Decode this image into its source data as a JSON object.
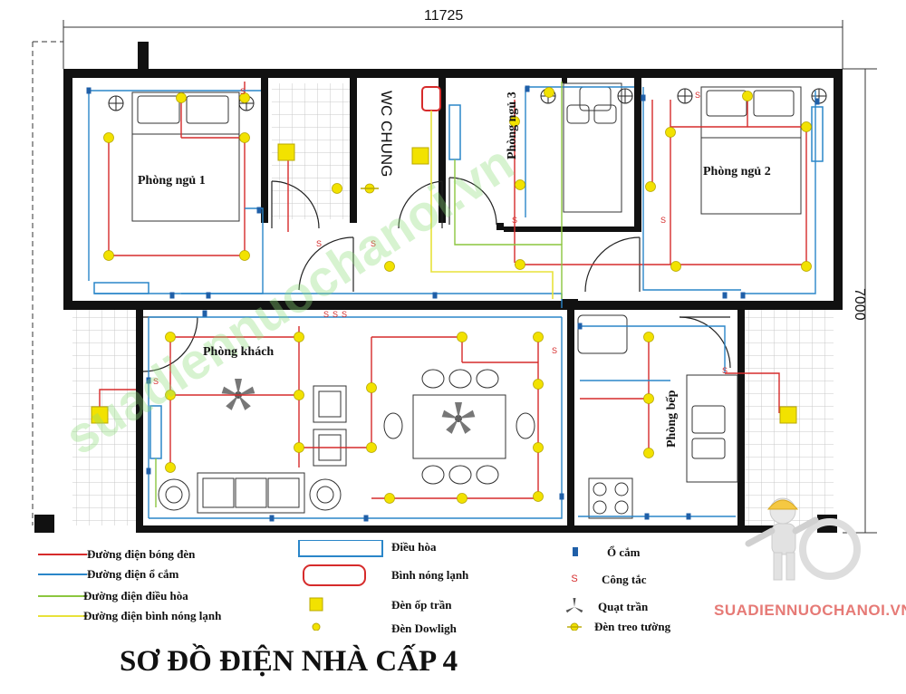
{
  "diagram": {
    "title": "SƠ ĐỒ ĐIỆN NHÀ CẤP 4",
    "width_dim": "11725",
    "height_dim": "7000",
    "watermark": "SUADIENNUOCHANOI.VN",
    "diagonal_watermark": "suadiennuochanoi.vn",
    "rooms": {
      "bedroom1": "Phòng ngủ 1",
      "bedroom2": "Phòng ngủ 2",
      "bedroom3": "Phòng ngủ 3",
      "wc": "WC CHUNG",
      "living": "Phòng khách",
      "kitchen": "Phòng bếp"
    },
    "legend": {
      "lines": [
        {
          "label": "Đường điện bóng đèn",
          "color": "#d62b2b"
        },
        {
          "label": "Đường điện ổ cắm",
          "color": "#2a86c9"
        },
        {
          "label": "Đường điện điều hòa",
          "color": "#8cc63f"
        },
        {
          "label": "Đường điện bình nóng lạnh",
          "color": "#e8e23a"
        }
      ],
      "symbols": [
        {
          "label": "Điều hòa",
          "icon": "air-conditioner-icon"
        },
        {
          "label": "Bình nóng lạnh",
          "icon": "water-heater-icon"
        },
        {
          "label": "Đèn ốp trần",
          "icon": "ceiling-light-icon"
        },
        {
          "label": "Đèn Dowligh",
          "icon": "downlight-icon"
        },
        {
          "label": "Ổ cắm",
          "icon": "socket-icon"
        },
        {
          "label": "Công tắc",
          "icon": "switch-icon"
        },
        {
          "label": "Quạt trần",
          "icon": "ceiling-fan-icon"
        },
        {
          "label": "Đèn treo tường",
          "icon": "wall-lamp-icon"
        }
      ]
    }
  }
}
